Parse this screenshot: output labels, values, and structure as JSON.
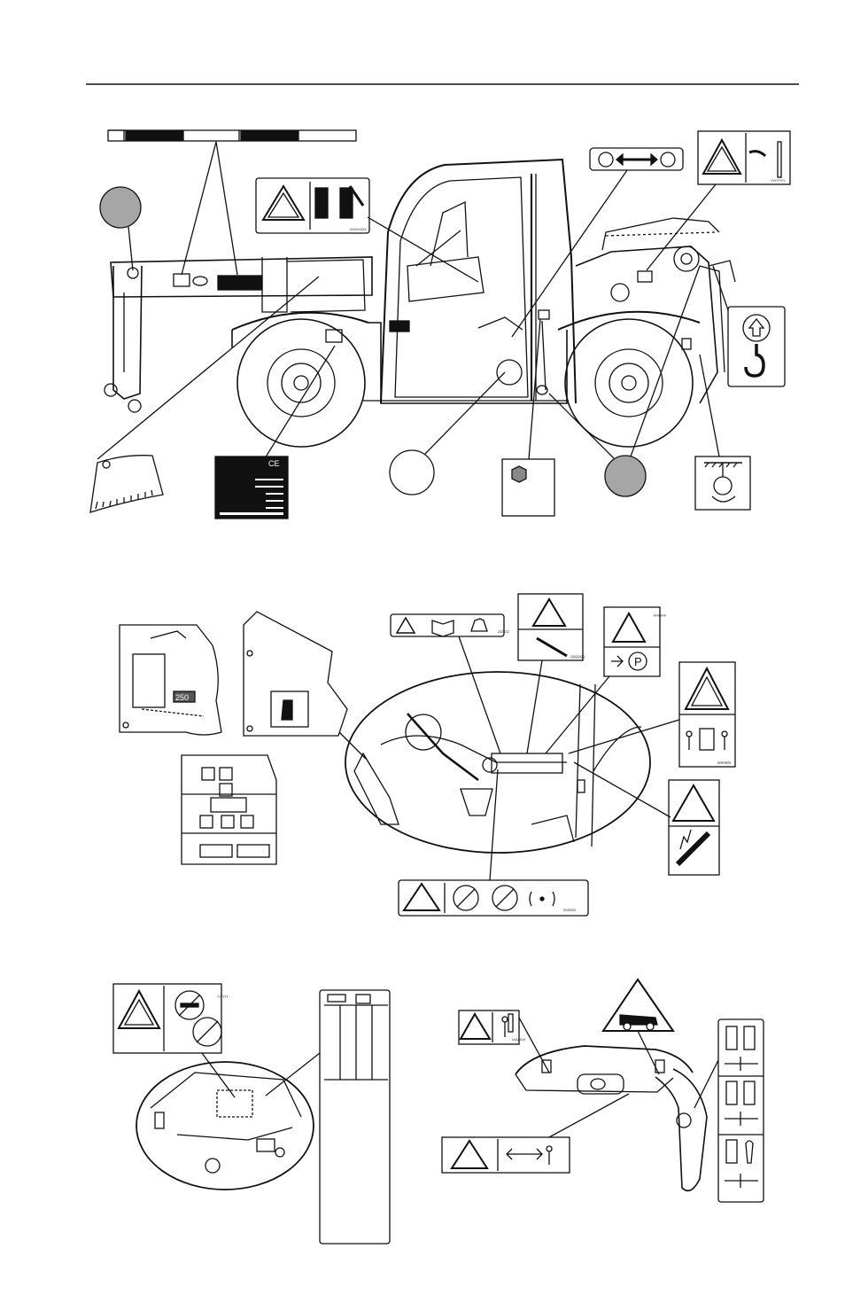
{
  "labels": {
    "decal_code_top_warning": "XXXXXXXX",
    "decal_code_crush": "YYYYYYY",
    "decal_code_cab_manual": "ZZZZZZ",
    "decal_code_cab_tip": "QQQQQQ",
    "decal_code_cab_park": "PPPPPP",
    "decal_code_cab_zone": "RRRRRR",
    "decal_code_cab_bottom": "SSSSSS",
    "decal_code_battery": "TTTTTT",
    "decal_code_rear_warn": "UUUUUU",
    "capacity_text": "250"
  },
  "colors": {
    "line": "#111111",
    "callout_fill": "#a6a6a6",
    "decal_dark": "#111111",
    "paper": "#ffffff"
  },
  "icons": [
    "warning-triangle-icon",
    "manual-book-icon",
    "bell-icon",
    "no-smoking-icon",
    "no-flame-icon",
    "parking-p-icon",
    "lift-hook-icon",
    "tie-down-icon",
    "ce-mark-icon",
    "stop-hand-icon"
  ]
}
